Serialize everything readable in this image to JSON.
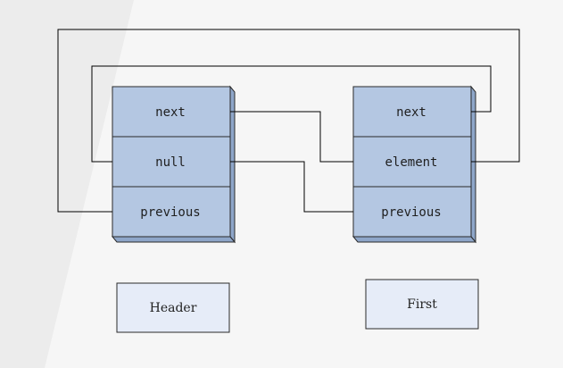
{
  "nodes": {
    "header": {
      "cells": {
        "next": "next",
        "middle": "null",
        "previous": "previous"
      },
      "label": "Header"
    },
    "first": {
      "cells": {
        "next": "next",
        "middle": "element",
        "previous": "previous"
      },
      "label": "First"
    }
  },
  "colors": {
    "background": "#f2f2f2",
    "cell_fill": "#b4c7e2",
    "cell_side": "#8ea6c9",
    "cell_stroke": "#2a2a2a",
    "label_box_fill": "#e6ecf8",
    "line": "#000000"
  }
}
